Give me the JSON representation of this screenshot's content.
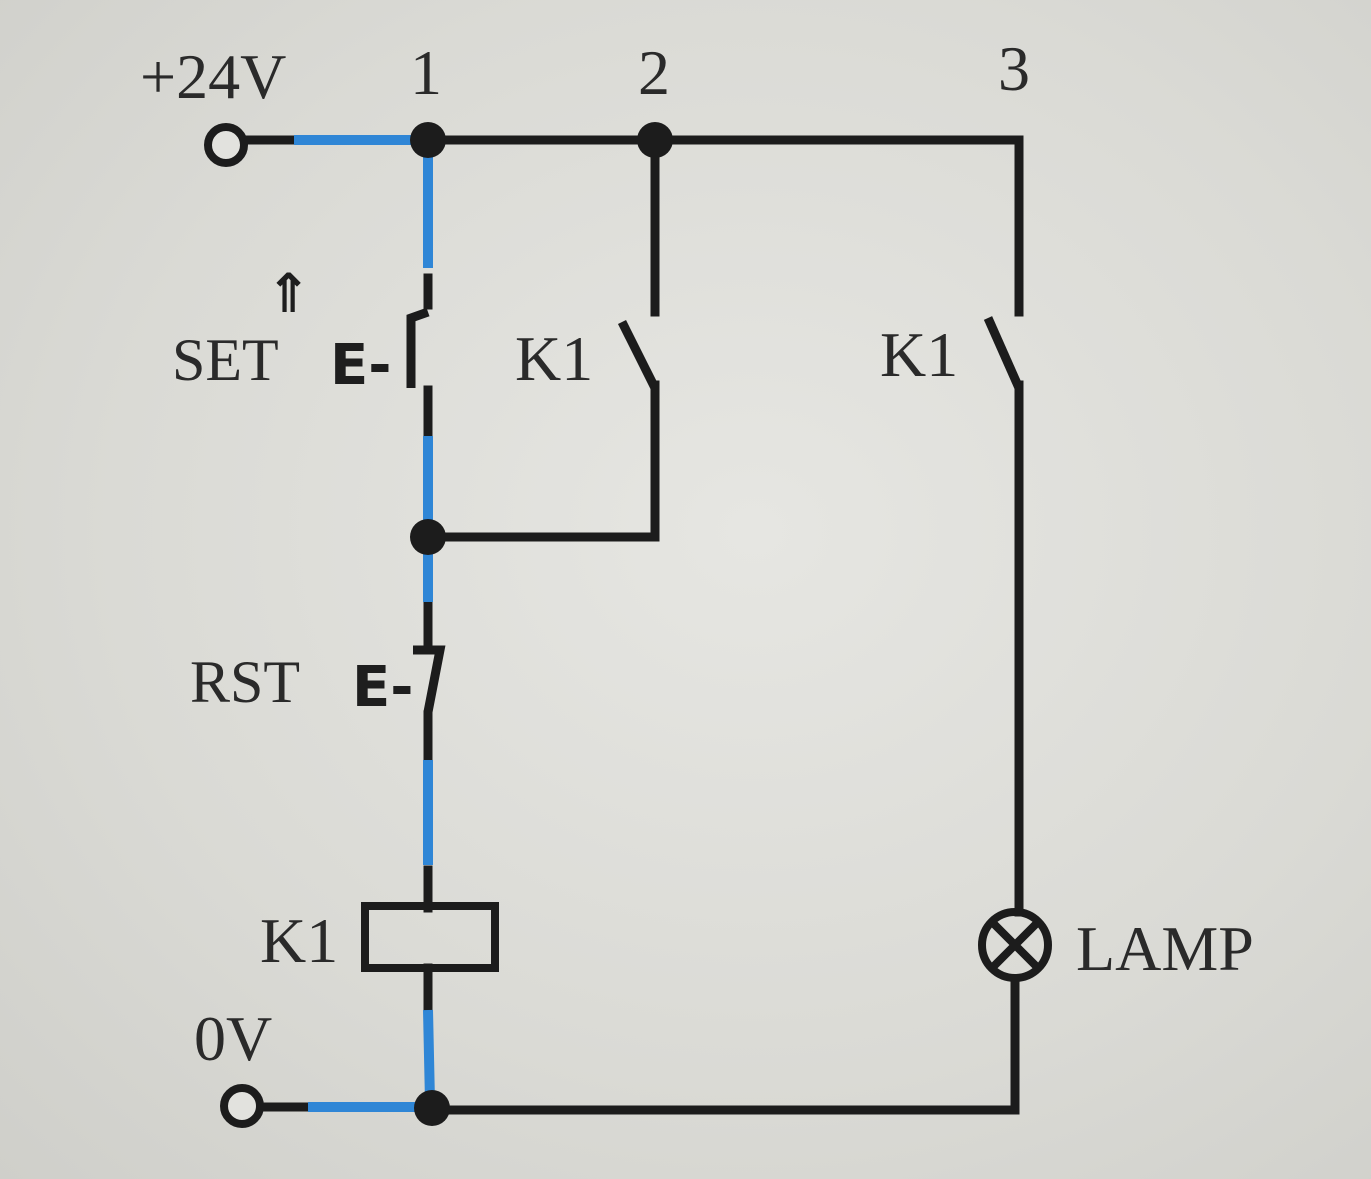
{
  "labels": {
    "supply_pos": "+24V",
    "supply_neg": "0V",
    "node1": "1",
    "node2": "2",
    "node3": "3",
    "set": "SET",
    "rst": "RST",
    "hold_contact": "K1",
    "lamp_contact": "K1",
    "coil": "K1",
    "lamp": "LAMP"
  },
  "symbols": {
    "set_operator": "E-",
    "rst_operator": "E-",
    "set_arrow": "⇑"
  },
  "colors": {
    "wire": "#1c1c1c",
    "highlight": "#2f86d6"
  }
}
